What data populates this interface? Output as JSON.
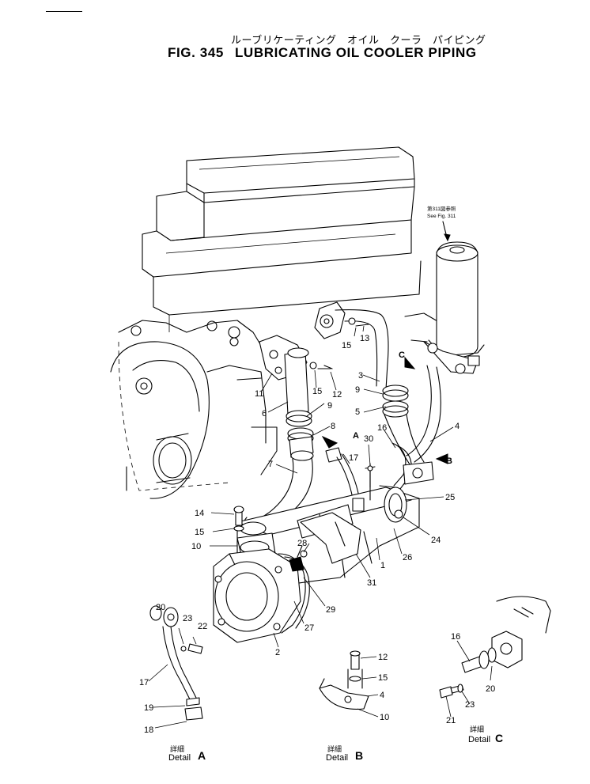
{
  "header": {
    "subtitle_jp": "ルーブリケーティング　オイル　クーラ　パイピング",
    "figure_number": "FIG. 345",
    "title": "LUBRICATING OIL COOLER PIPING"
  },
  "reference_note": {
    "line1_jp": "第311図参照",
    "line2": "See Fig. 311"
  },
  "part_labels": {
    "p1": "1",
    "p2": "2",
    "p3": "3",
    "p4": "4",
    "p5": "5",
    "p6": "6",
    "p7": "7",
    "p8": "8",
    "p9a": "9",
    "p9b": "9",
    "p10": "10",
    "p11": "11",
    "p12": "12",
    "p13": "13",
    "p14": "14",
    "p15a": "15",
    "p15b": "15",
    "p15c": "15",
    "p16": "16",
    "p17": "17",
    "p24": "24",
    "p25": "25",
    "p26": "26",
    "p27": "27",
    "p28": "28",
    "p29": "29",
    "p30": "30",
    "p31": "31"
  },
  "view_markers": {
    "a": "A",
    "b": "B",
    "c": "C"
  },
  "details": {
    "a": {
      "label_jp": "詳細",
      "label": "Detail",
      "letter": "A",
      "parts": {
        "p20": "20",
        "p23": "23",
        "p22": "22",
        "p17": "17",
        "p19": "19",
        "p18": "18"
      }
    },
    "b": {
      "label_jp": "詳細",
      "label": "Detail",
      "letter": "B",
      "parts": {
        "p12": "12",
        "p15": "15",
        "p4": "4",
        "p10": "10"
      }
    },
    "c": {
      "label_jp": "詳細",
      "label": "Detail",
      "letter": "C",
      "parts": {
        "p16": "16",
        "p20": "20",
        "p23": "23",
        "p21": "21"
      }
    }
  }
}
